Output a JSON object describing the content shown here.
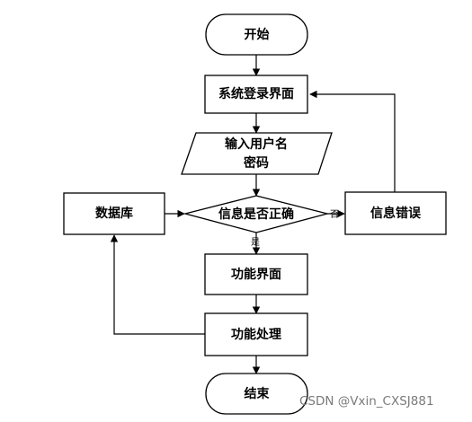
{
  "nodes": {
    "start": "开始",
    "login": "系统登录界面",
    "input_line1": "输入用户名",
    "input_line2": "密码",
    "check": "信息是否正确",
    "error": "信息错误",
    "database": "数据库",
    "function_page": "功能界面",
    "function_process": "功能处理",
    "end": "结束"
  },
  "edges": {
    "no_label": "否",
    "yes_label": "是"
  },
  "watermark": "CSDN @Vxin_CXSJ881"
}
